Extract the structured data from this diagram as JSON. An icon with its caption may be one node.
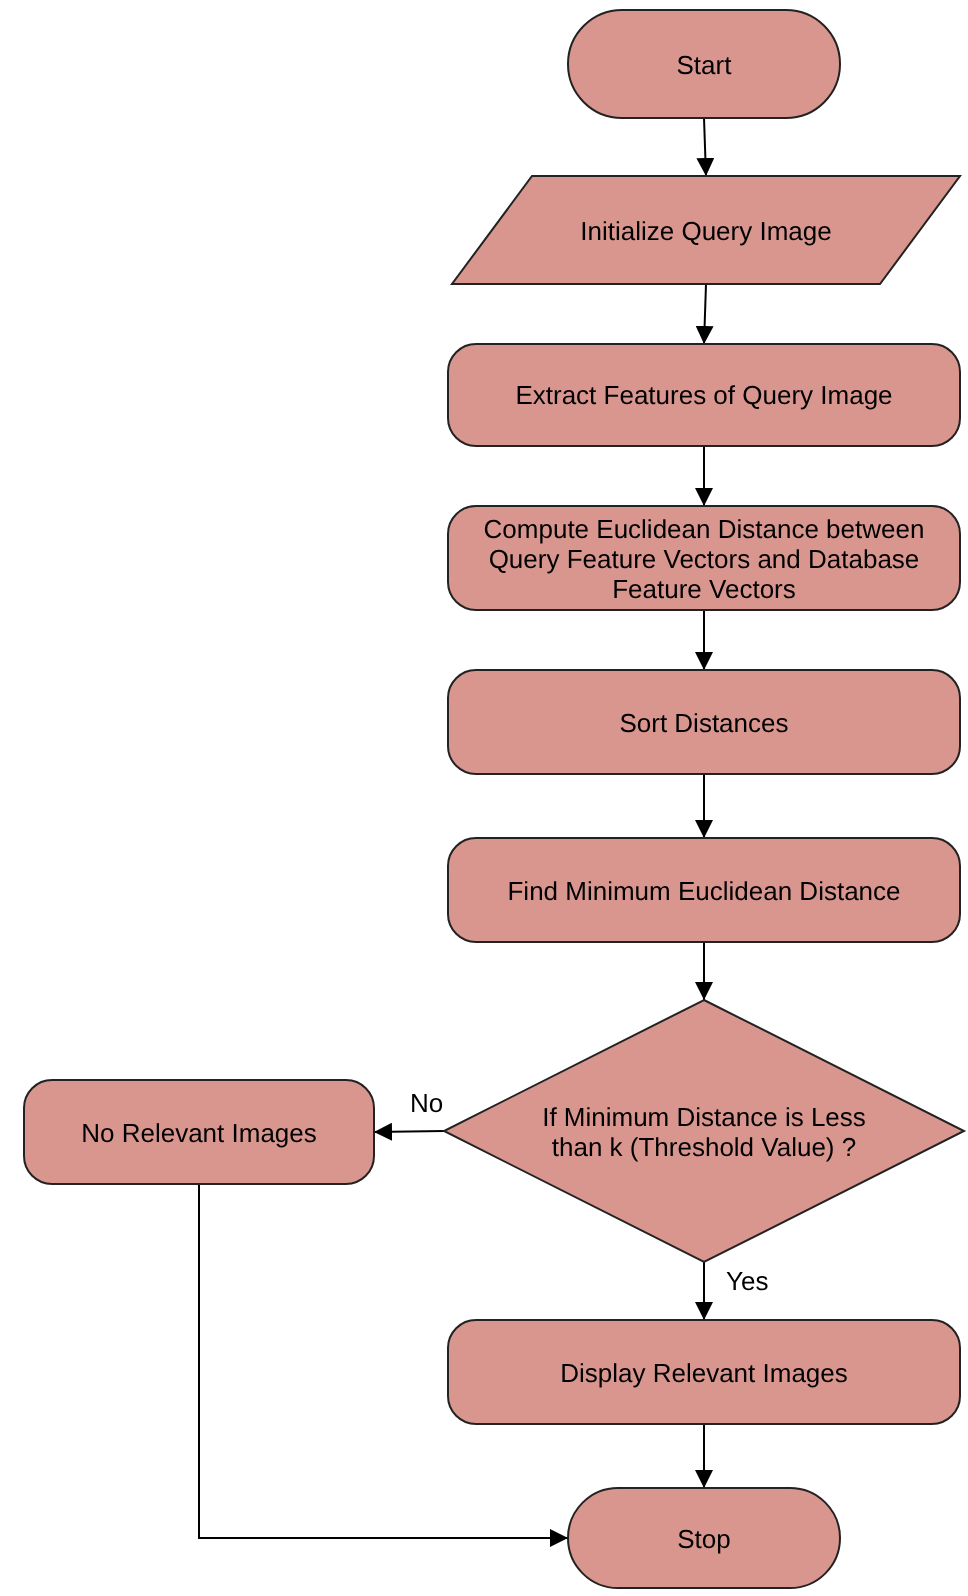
{
  "diagram": {
    "nodes": [
      {
        "text": [
          "Start"
        ]
      },
      {
        "text": [
          "Initialize Query Image"
        ]
      },
      {
        "text": [
          "Extract Features of Query Image"
        ]
      },
      {
        "text": [
          "Compute Euclidean Distance between Query Feature Vectors and Database Feature Vectors"
        ]
      },
      {
        "text": [
          "Sort Distances"
        ]
      },
      {
        "text": [
          "Find Minimum Euclidean Distance"
        ]
      },
      {
        "text": [
          "If Minimum Distance is Less than k (Threshold Value) ?"
        ]
      },
      {
        "text": [
          "No Relevant Images"
        ]
      },
      {
        "text": [
          "Display Relevant Images"
        ]
      },
      {
        "text": [
          "Stop"
        ]
      }
    ],
    "edges": [
      {
        "from": 0,
        "to": 1,
        "arrow": "to"
      },
      {
        "from": 1,
        "to": 2,
        "arrow": "to"
      },
      {
        "from": 2,
        "to": 3,
        "arrow": "to"
      },
      {
        "from": 3,
        "to": 4,
        "arrow": "to"
      },
      {
        "from": 4,
        "to": 5,
        "arrow": "to"
      },
      {
        "from": 5,
        "to": 6,
        "arrow": "to"
      },
      {
        "from": 6,
        "to": 7,
        "label": "No",
        "arrow": "to"
      },
      {
        "from": 6,
        "to": 8,
        "label": "Yes",
        "arrow": "to"
      },
      {
        "from": 8,
        "to": 9,
        "arrow": "to"
      },
      {
        "from": 7,
        "to": 9,
        "arrow": "to"
      }
    ]
  }
}
